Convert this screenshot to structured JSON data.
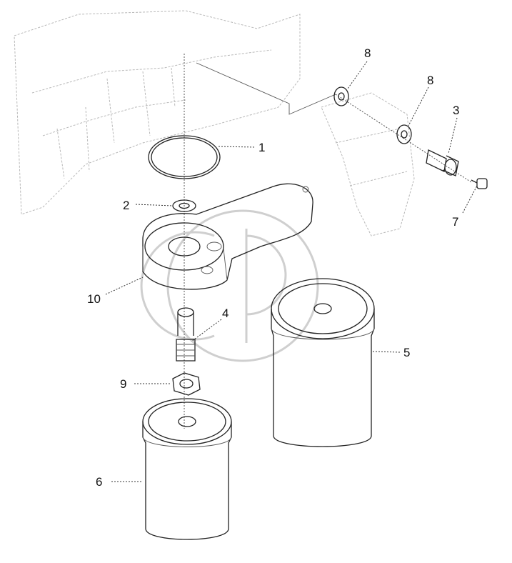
{
  "callouts": [
    {
      "id": "o-ring",
      "number": "1"
    },
    {
      "id": "washer",
      "number": "2"
    },
    {
      "id": "fitting",
      "number": "3"
    },
    {
      "id": "spring-adapter",
      "number": "4"
    },
    {
      "id": "large-filter",
      "number": "5"
    },
    {
      "id": "small-filter",
      "number": "6"
    },
    {
      "id": "plug",
      "number": "7"
    },
    {
      "id": "seal-upper",
      "number": "8"
    },
    {
      "id": "seal-lower",
      "number": "8"
    },
    {
      "id": "nut",
      "number": "9"
    },
    {
      "id": "filter-head",
      "number": "10"
    }
  ]
}
